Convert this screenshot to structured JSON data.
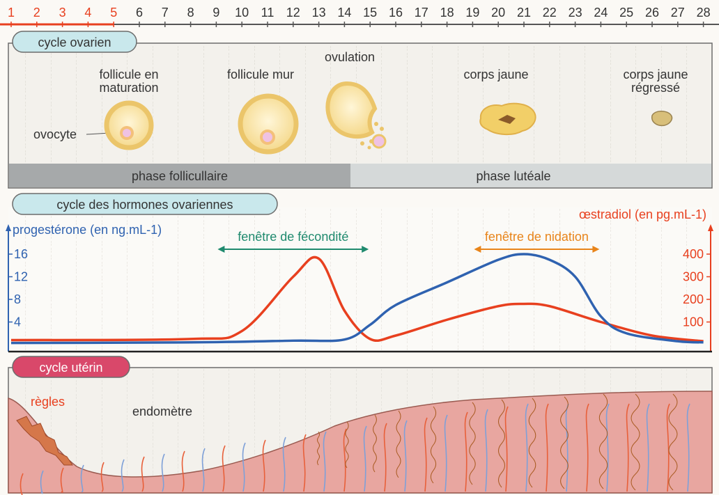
{
  "day_scale": {
    "days": [
      "1",
      "2",
      "3",
      "4",
      "5",
      "6",
      "7",
      "8",
      "9",
      "10",
      "11",
      "12",
      "13",
      "14",
      "15",
      "16",
      "17",
      "18",
      "19",
      "20",
      "21",
      "22",
      "23",
      "24",
      "25",
      "26",
      "27",
      "28"
    ],
    "period_days": 5
  },
  "ovarian": {
    "title": "cycle ovarien",
    "stage_maturing": "follicule en maturation",
    "stage_mature": "follicule mur",
    "stage_ovulation": "ovulation",
    "stage_corpus": "corps jaune",
    "stage_regressed": "corps jaune régressé",
    "oocyte_label": "ovocyte",
    "phase_follicular": "phase follicullaire",
    "phase_luteal": "phase lutéale"
  },
  "hormones": {
    "title": "cycle des hormones ovariennes",
    "window_fertility": "fenêtre de fécondité",
    "window_nidation": "fenêtre de nidation"
  },
  "uterine": {
    "title": "cycle utérin",
    "label_menses": "règles",
    "label_endometrium": "endomètre"
  },
  "colors": {
    "progesterone": "#2f62b0",
    "estradiol": "#e8401f",
    "fertility_window": "#1f8a6e",
    "nidation_window": "#e8841a",
    "pill_ovarian": "#c9e8ec",
    "pill_uterine": "#d9486a",
    "endometrium": "#e8a6a0",
    "glands": "#e08a3a"
  },
  "chart_data": {
    "type": "line",
    "x_range": [
      1,
      28
    ],
    "series": [
      {
        "name": "progestérone (en ng.mL-1)",
        "axis": "left",
        "ticks": [
          4,
          8,
          12,
          16
        ],
        "x": [
          1,
          8,
          12,
          14,
          15,
          16,
          18,
          20,
          21,
          22,
          23,
          24,
          25,
          27,
          28
        ],
        "y": [
          0.3,
          0.4,
          0.7,
          0.9,
          3.5,
          7,
          11,
          15,
          16,
          15,
          12,
          5,
          2,
          0.6,
          0.4
        ]
      },
      {
        "name": "œstradiol (en pg.mL-1)",
        "axis": "right",
        "ticks": [
          100,
          200,
          300,
          400
        ],
        "x": [
          1,
          8,
          10,
          12,
          13,
          14,
          15,
          16,
          18,
          20,
          21,
          22,
          24,
          26,
          28
        ],
        "y": [
          20,
          25,
          60,
          300,
          380,
          150,
          25,
          40,
          110,
          170,
          180,
          170,
          100,
          40,
          15
        ]
      }
    ],
    "fertility_window_days": [
      9,
      15
    ],
    "nidation_window_days": [
      19,
      24
    ]
  }
}
